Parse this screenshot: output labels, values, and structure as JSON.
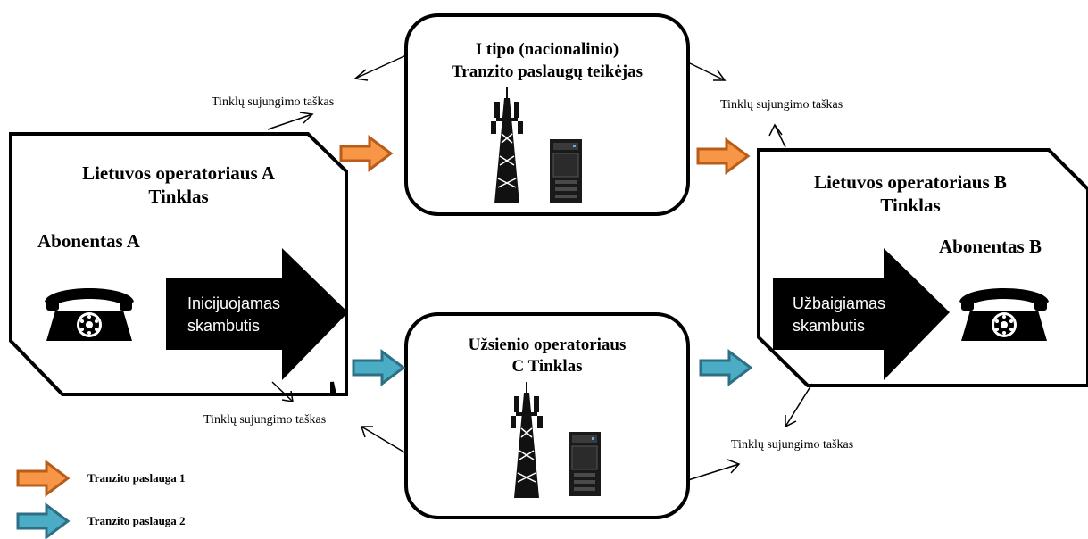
{
  "nodes": {
    "network_a": {
      "title_line1": "Lietuvos operatoriaus A",
      "title_line2": "Tinklas",
      "subscriber": "Abonentas  A",
      "call_label_line1": "Inicijuojamas",
      "call_label_line2": "skambutis"
    },
    "transit": {
      "title_line1": "I tipo (nacionalinio)",
      "title_line2": "Tranzito paslaugų teikėjas"
    },
    "foreign": {
      "title_line1": "Užsienio operatoriaus",
      "title_line2": "C Tinklas"
    },
    "network_b": {
      "title_line1": "Lietuvos operatoriaus B",
      "title_line2": "Tinklas",
      "subscriber": "Abonentas  B",
      "call_label_line1": "Užbaigiamas",
      "call_label_line2": "skambutis"
    }
  },
  "interconnection_label": "Tinklų sujungimo taškas",
  "legend": [
    {
      "label": "Tranzito paslauga 1",
      "color": "#f79646"
    },
    {
      "label": "Tranzito paslauga 2",
      "color": "#4bacc6"
    }
  ],
  "icons": [
    "telephone-icon",
    "tower-icon",
    "server-icon"
  ]
}
